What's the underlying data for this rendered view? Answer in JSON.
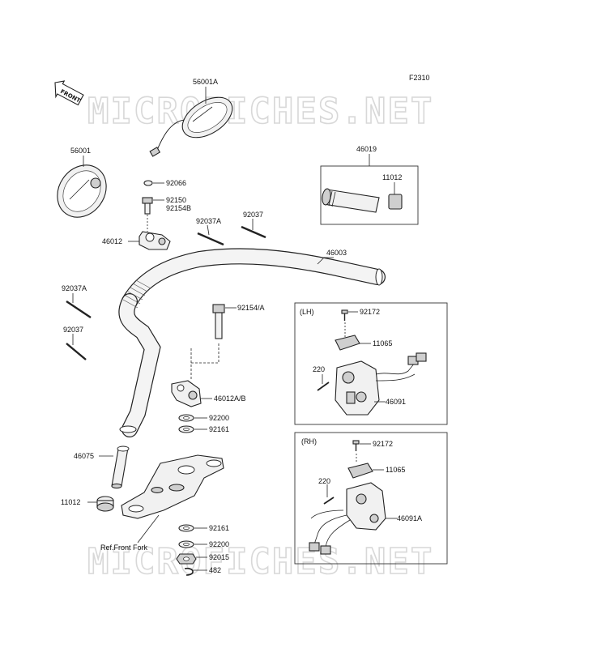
{
  "figure_code": "F2310",
  "watermark": "MICROFICHES.NET",
  "front_label": "FRONT",
  "parts": [
    {
      "id": "56001A"
    },
    {
      "id": "56001"
    },
    {
      "id": "92066"
    },
    {
      "id": "92150"
    },
    {
      "id": "92154B"
    },
    {
      "id": "46012"
    },
    {
      "id": "92037A"
    },
    {
      "id": "92037"
    },
    {
      "id": "46019"
    },
    {
      "id": "11012"
    },
    {
      "id": "46003"
    },
    {
      "id": "92037A"
    },
    {
      "id": "92037"
    },
    {
      "id": "92154/A"
    },
    {
      "id": "46012A/B"
    },
    {
      "id": "92200"
    },
    {
      "id": "92161"
    },
    {
      "id": "46075"
    },
    {
      "id": "11012"
    },
    {
      "id": "92161"
    },
    {
      "id": "92200"
    },
    {
      "id": "92015"
    },
    {
      "id": "482"
    },
    {
      "id": "Ref.Front Fork"
    },
    {
      "id": "92172"
    },
    {
      "id": "11065"
    },
    {
      "id": "220"
    },
    {
      "id": "46091"
    },
    {
      "id": "92172"
    },
    {
      "id": "11065"
    },
    {
      "id": "220"
    },
    {
      "id": "46091A"
    }
  ],
  "box_lh_label": "(LH)",
  "box_rh_label": "(RH)"
}
